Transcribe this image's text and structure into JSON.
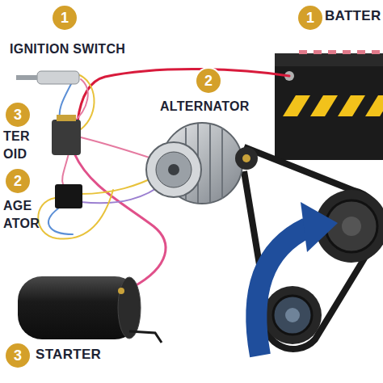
{
  "diagram": {
    "labels": [
      "1",
      "BATTER",
      "1",
      "IGNITION SWITCH",
      "2",
      "ALTERNATOR",
      "3",
      "TER OID",
      "2",
      "AGE ATOR",
      "3",
      "STARTER"
    ]
  }
}
